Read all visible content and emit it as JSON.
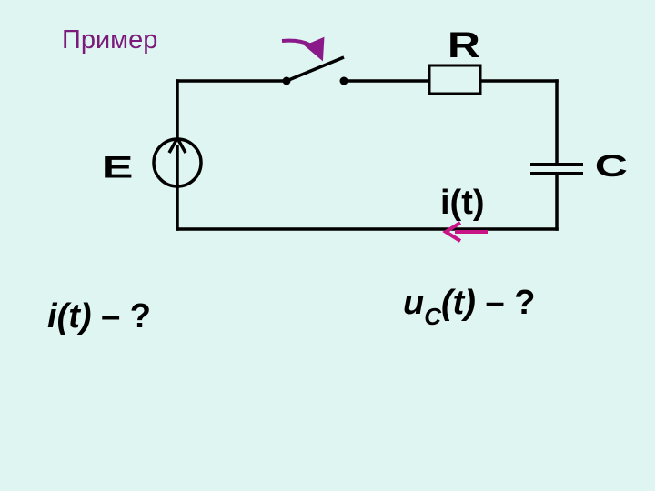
{
  "title": "Пример",
  "labels": {
    "source": "E",
    "resistor": "R",
    "capacitor": "C",
    "current": "i(t)"
  },
  "questions": {
    "q1": {
      "symbol": "i",
      "arg": "(t)",
      "rest": " – ?"
    },
    "q2": {
      "symbol": "u",
      "sub": "C",
      "arg": "(t)",
      "rest": " – ?"
    }
  },
  "colors": {
    "background": "#dff5f2",
    "title": "#7a1a7a",
    "switch_arrow": "#8a1a8a",
    "current_arrow": "#c71585",
    "wire": "#000000"
  }
}
